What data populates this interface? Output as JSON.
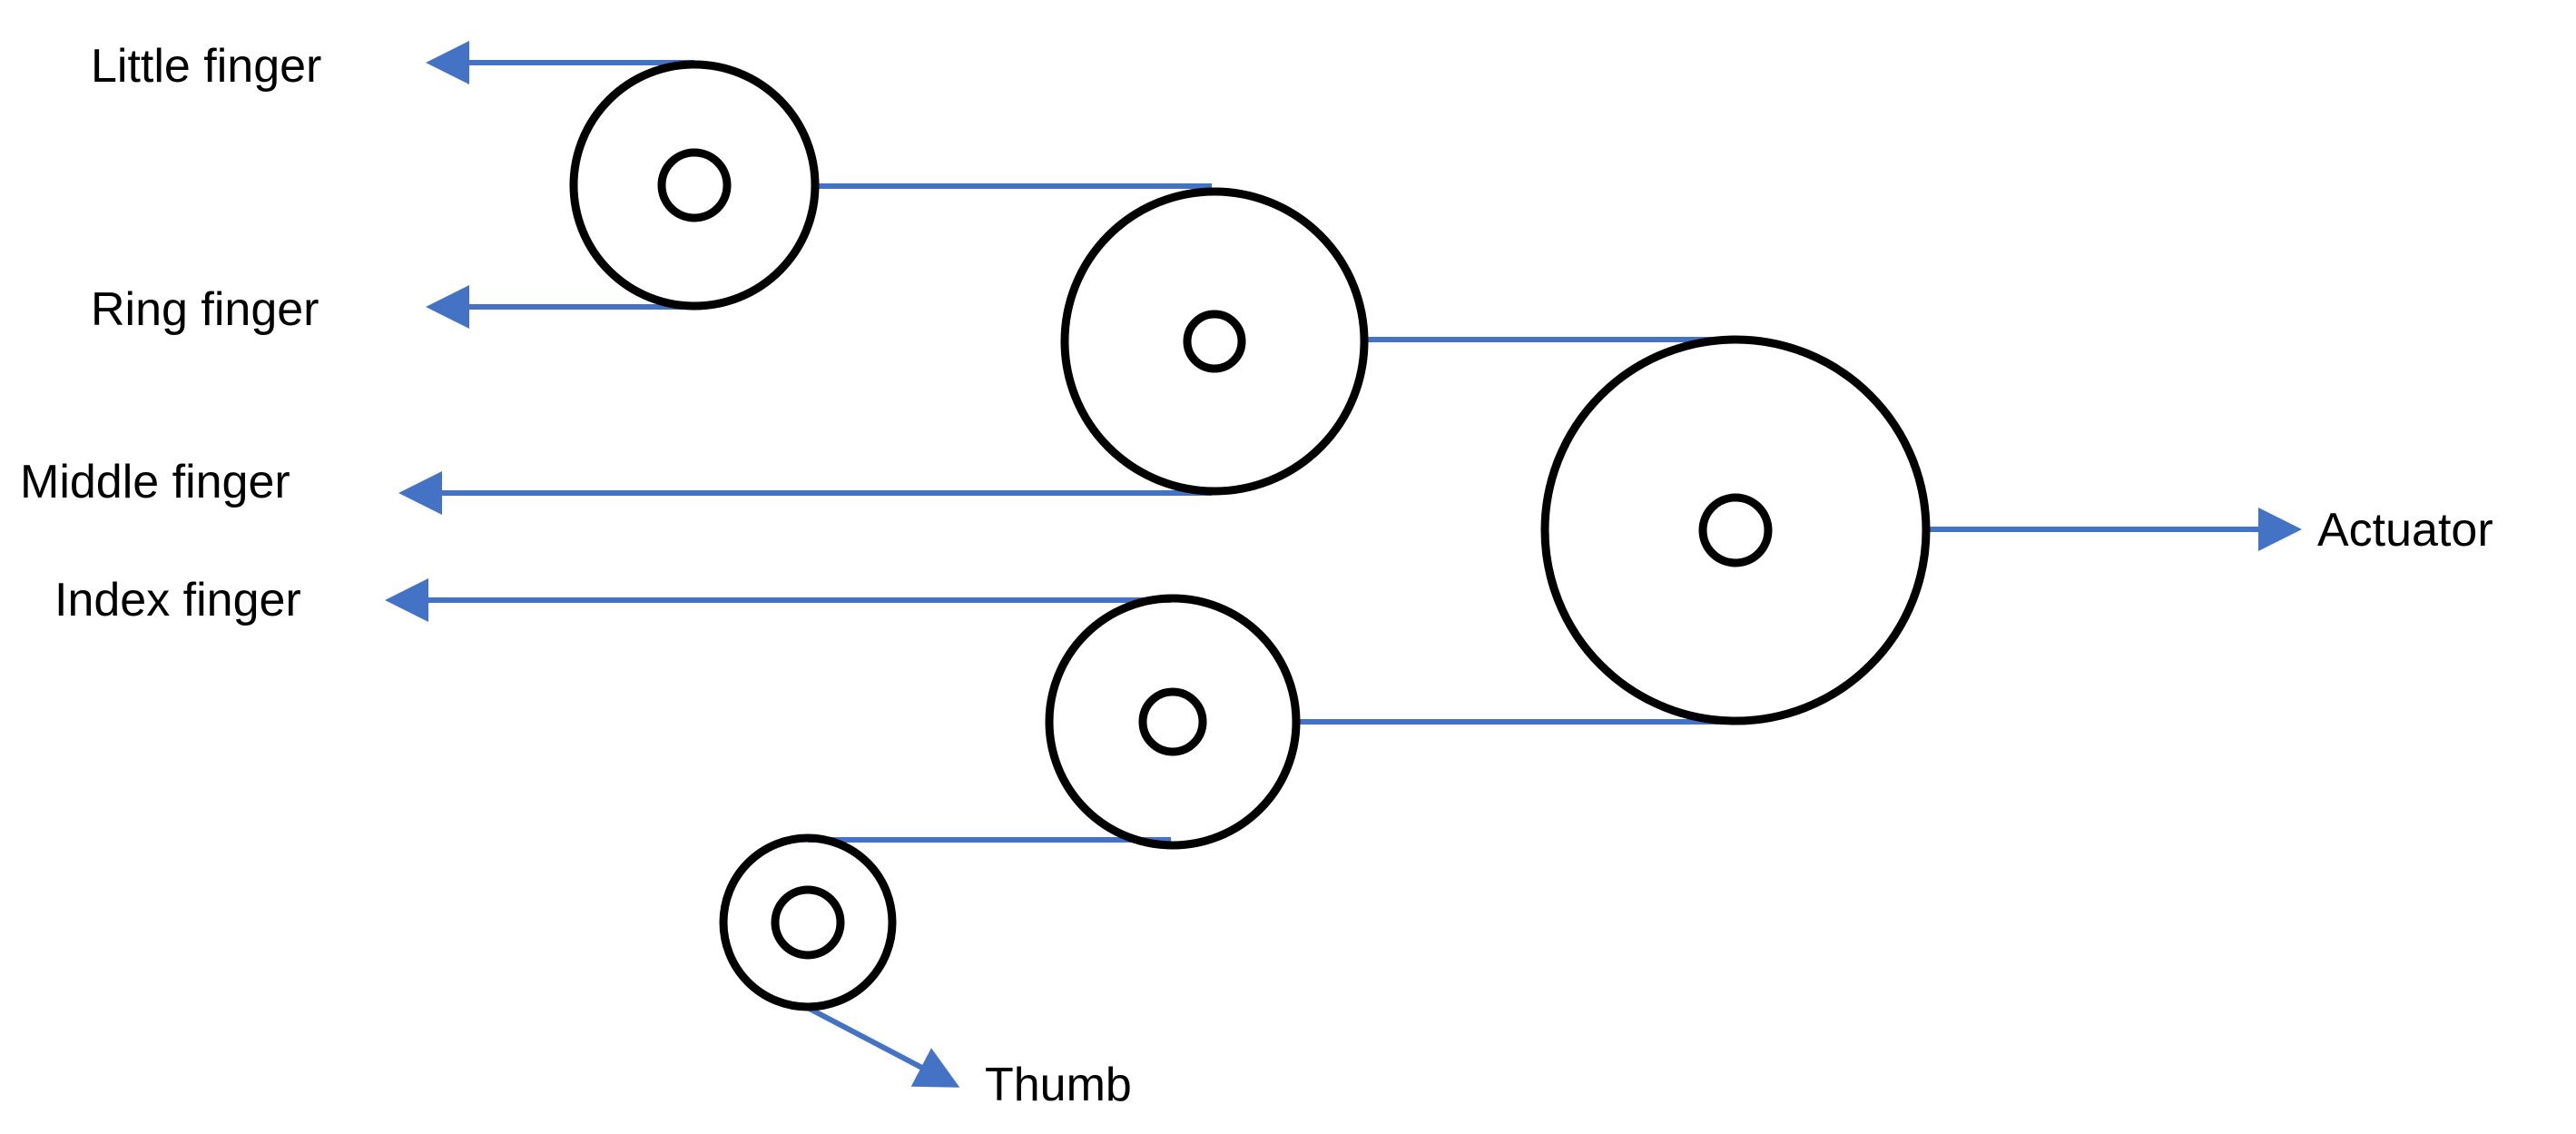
{
  "colors": {
    "cable": "#4472C4",
    "pulley": "#000000",
    "background": "#ffffff"
  },
  "labels": {
    "little_finger": "Little finger",
    "ring_finger": "Ring finger",
    "middle_finger": "Middle finger",
    "index_finger": "Index finger",
    "thumb": "Thumb",
    "actuator": "Actuator"
  }
}
